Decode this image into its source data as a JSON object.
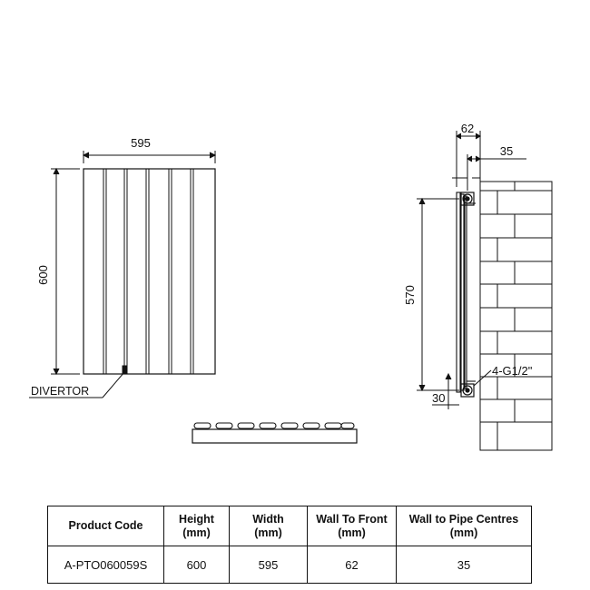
{
  "front_view": {
    "width_dim": "595",
    "height_dim": "600",
    "divertor_label": "DIVERTOR"
  },
  "side_view": {
    "wall_to_front_dim": "62",
    "wall_to_pipe_dim": "35",
    "pipe_centres_dim": "570",
    "connection_label": "4-G1/2\"",
    "bottom_offset_dim": "30"
  },
  "spec_table": {
    "headers": [
      {
        "line1": "Product Code",
        "line2": ""
      },
      {
        "line1": "Height",
        "line2": "(mm)"
      },
      {
        "line1": "Width",
        "line2": "(mm)"
      },
      {
        "line1": "Wall To Front",
        "line2": "(mm)"
      },
      {
        "line1": "Wall to Pipe Centres",
        "line2": "(mm)"
      }
    ],
    "rows": [
      [
        "A-PTO060059S",
        "600",
        "595",
        "62",
        "35"
      ]
    ]
  }
}
